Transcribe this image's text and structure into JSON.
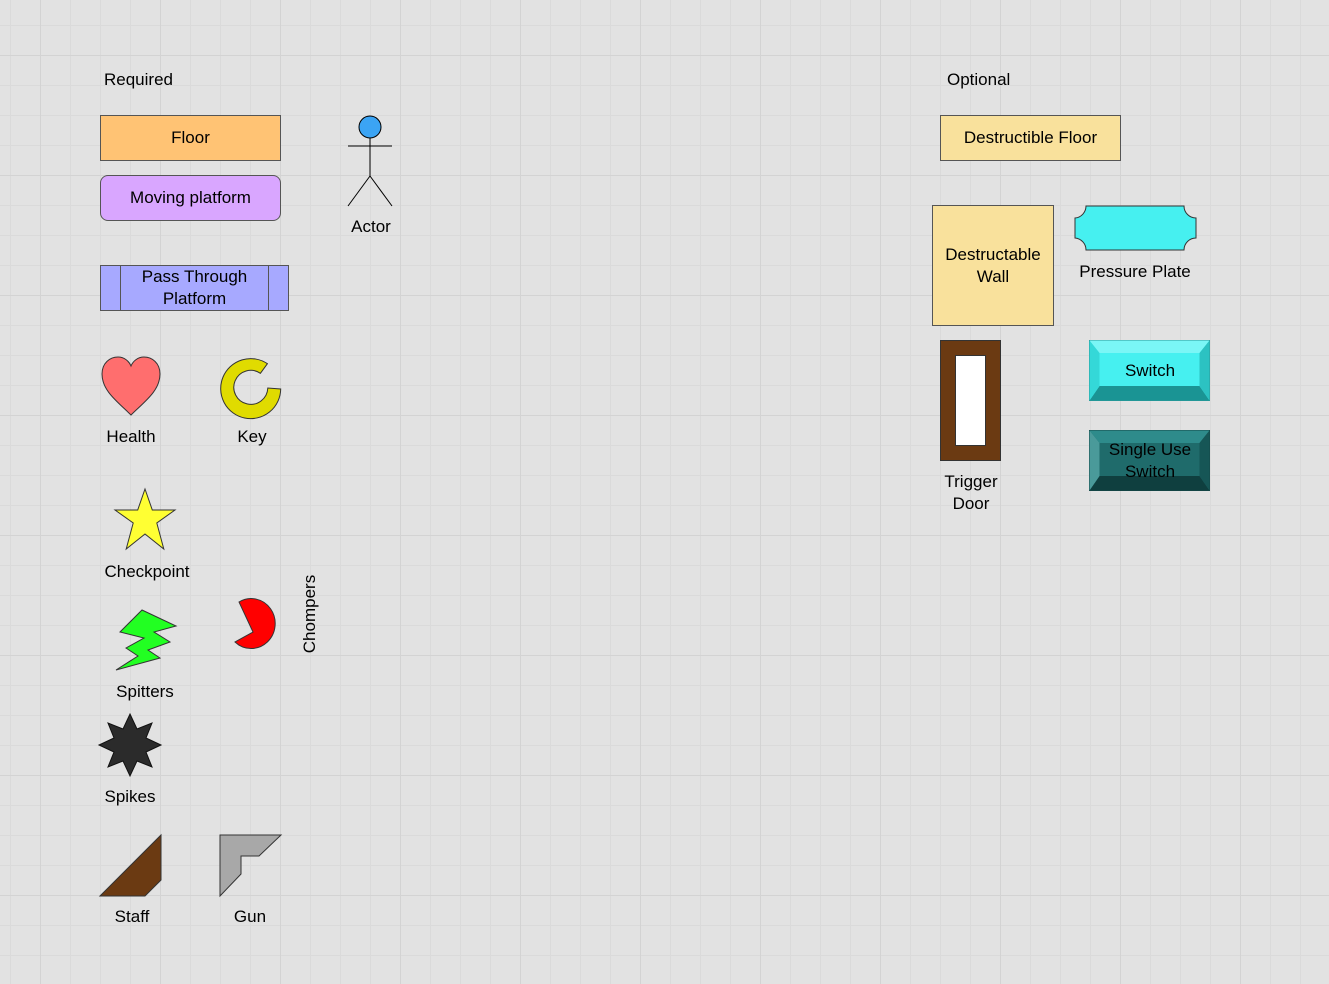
{
  "sections": {
    "required": "Required",
    "optional": "Optional"
  },
  "colors": {
    "floor": "#ffc374",
    "moving_platform": "#d9a6ff",
    "pass_through": "#a7a9ff",
    "health": "#ff6e6e",
    "key": "#e0db00",
    "checkpoint": "#ffff33",
    "spitters": "#22ff22",
    "chompers": "#ff0000",
    "spikes": "#2b2b2b",
    "staff": "#6b3a12",
    "gun": "#a8a8a8",
    "actor_head": "#3ba4f4",
    "destructible": "#f9e19c",
    "pressure_plate": "#46f0f0",
    "trigger_door": "#6b3a12",
    "switch": "#46f0f0",
    "single_use_switch": "#1f6b6b"
  },
  "required": {
    "floor": "Floor",
    "moving_platform": "Moving platform",
    "pass_through_platform": "Pass Through Platform",
    "actor": "Actor",
    "health": "Health",
    "key": "Key",
    "checkpoint": "Checkpoint",
    "chompers": "Chompers",
    "spitters": "Spitters",
    "spikes": "Spikes",
    "staff": "Staff",
    "gun": "Gun"
  },
  "optional": {
    "destructible_floor": "Destructible Floor",
    "destructable_wall": "Destructable Wall",
    "pressure_plate": "Pressure Plate",
    "switch": "Switch",
    "trigger_door": "Trigger Door",
    "single_use_switch": "Single Use Switch"
  }
}
